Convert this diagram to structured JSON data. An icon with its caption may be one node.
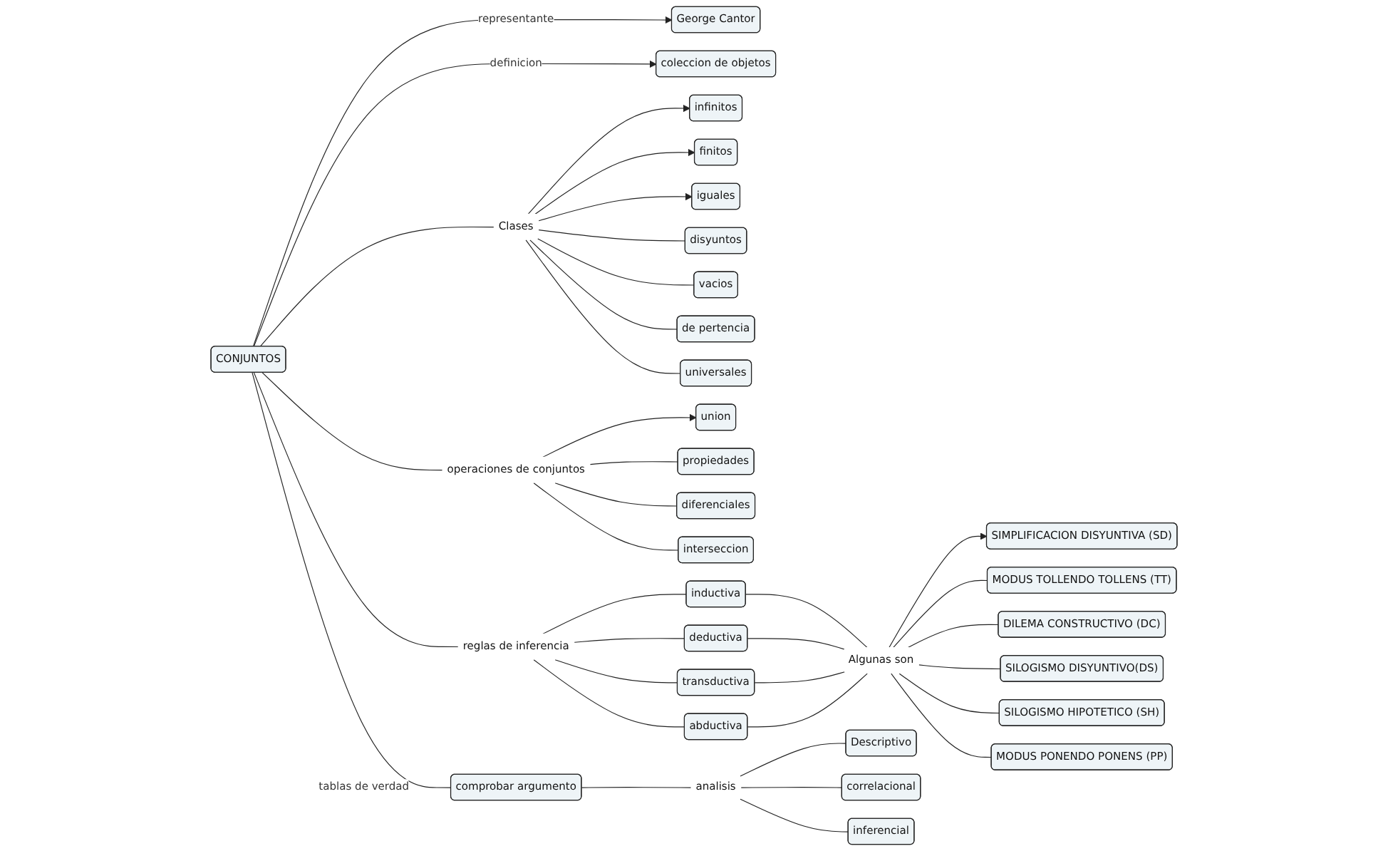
{
  "diagram": {
    "nodes": [
      {
        "text": [
          "CONJUNTOS"
        ]
      },
      {
        "text": [
          "George Cantor"
        ]
      },
      {
        "text": [
          "coleccion de objetos"
        ]
      },
      {
        "text": [
          "Clases"
        ]
      },
      {
        "text": [
          "operaciones de conjuntos"
        ]
      },
      {
        "text": [
          "reglas de inferencia"
        ]
      },
      {
        "text": [
          "infinitos"
        ]
      },
      {
        "text": [
          "finitos"
        ]
      },
      {
        "text": [
          "iguales"
        ]
      },
      {
        "text": [
          "disyuntos"
        ]
      },
      {
        "text": [
          "vacios"
        ]
      },
      {
        "text": [
          "de pertencia"
        ]
      },
      {
        "text": [
          "universales"
        ]
      },
      {
        "text": [
          "comprobar argumento"
        ]
      },
      {
        "text": [
          "union"
        ]
      },
      {
        "text": [
          "propiedades"
        ]
      },
      {
        "text": [
          "diferenciales"
        ]
      },
      {
        "text": [
          "interseccion"
        ]
      },
      {
        "text": [
          "transductiva"
        ]
      },
      {
        "text": [
          "deductiva"
        ]
      },
      {
        "text": [
          "abductiva"
        ]
      },
      {
        "text": [
          "inductiva"
        ]
      },
      {
        "text": [
          "analisis"
        ]
      },
      {
        "text": [
          "Algunas son"
        ]
      },
      {
        "text": [
          "Descriptivo"
        ]
      },
      {
        "text": [
          "correlacional"
        ]
      },
      {
        "text": [
          "inferencial"
        ]
      },
      {
        "text": [
          "SIMPLIFICACION DISYUNTIVA (SD)"
        ]
      },
      {
        "text": [
          "MODUS TOLLENDO TOLLENS (TT)"
        ]
      },
      {
        "text": [
          "DILEMA CONSTRUCTIVO (DC)"
        ]
      },
      {
        "text": [
          "SILOGISMO DISYUNTIVO(DS)"
        ]
      },
      {
        "text": [
          "SILOGISMO HIPOTETICO (SH)"
        ]
      },
      {
        "text": [
          "MODUS PONENDO PONENS (PP)"
        ]
      }
    ],
    "edges": [
      {
        "from": 0,
        "to": 1,
        "arrow": "to",
        "label": "representante"
      },
      {
        "from": 0,
        "to": 2,
        "arrow": "to",
        "label": "definicion"
      },
      {
        "from": 0,
        "to": 3,
        "arrow": "none"
      },
      {
        "from": 0,
        "to": 13,
        "arrow": "none",
        "label": "tablas de verdad"
      },
      {
        "from": 0,
        "to": 5,
        "arrow": "none"
      },
      {
        "from": 0,
        "to": 4,
        "arrow": "none"
      },
      {
        "from": 3,
        "to": 6,
        "arrow": "to"
      },
      {
        "from": 3,
        "to": 7,
        "arrow": "to"
      },
      {
        "from": 3,
        "to": 8,
        "arrow": "to"
      },
      {
        "from": 3,
        "to": 9,
        "arrow": "none"
      },
      {
        "from": 3,
        "to": 10,
        "arrow": "none"
      },
      {
        "from": 3,
        "to": 11,
        "arrow": "none"
      },
      {
        "from": 3,
        "to": 12,
        "arrow": "none"
      },
      {
        "from": 4,
        "to": 14,
        "arrow": "to"
      },
      {
        "from": 4,
        "to": 15,
        "arrow": "none"
      },
      {
        "from": 4,
        "to": 16,
        "arrow": "none"
      },
      {
        "from": 4,
        "to": 17,
        "arrow": "none"
      },
      {
        "from": 5,
        "to": 21,
        "arrow": "none"
      },
      {
        "from": 5,
        "to": 19,
        "arrow": "none"
      },
      {
        "from": 5,
        "to": 18,
        "arrow": "none"
      },
      {
        "from": 5,
        "to": 20,
        "arrow": "none"
      },
      {
        "from": 13,
        "to": 22,
        "arrow": "none"
      },
      {
        "from": 22,
        "to": 24,
        "arrow": "none"
      },
      {
        "from": 22,
        "to": 25,
        "arrow": "none"
      },
      {
        "from": 22,
        "to": 26,
        "arrow": "none"
      },
      {
        "from": 21,
        "to": 23,
        "arrow": "none"
      },
      {
        "from": 19,
        "to": 23,
        "arrow": "none"
      },
      {
        "from": 18,
        "to": 23,
        "arrow": "none"
      },
      {
        "from": 20,
        "to": 23,
        "arrow": "none"
      },
      {
        "from": 23,
        "to": 27,
        "arrow": "to"
      },
      {
        "from": 23,
        "to": 28,
        "arrow": "none"
      },
      {
        "from": 23,
        "to": 29,
        "arrow": "none"
      },
      {
        "from": 23,
        "to": 30,
        "arrow": "none"
      },
      {
        "from": 23,
        "to": 31,
        "arrow": "none"
      },
      {
        "from": 23,
        "to": 32,
        "arrow": "none"
      }
    ]
  }
}
